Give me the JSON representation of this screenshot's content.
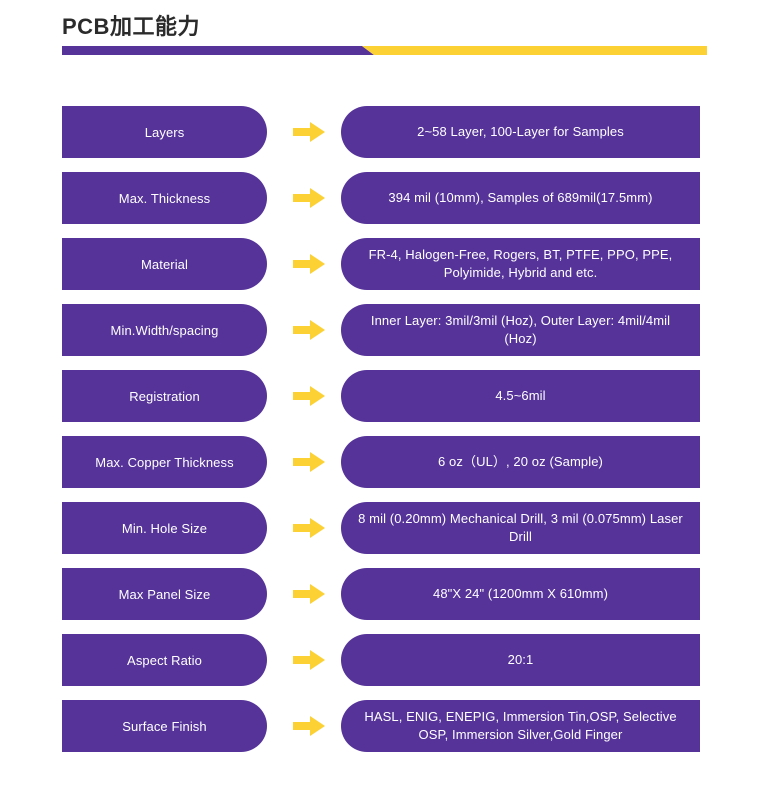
{
  "header": {
    "title": "PCB加工能力",
    "divider": {
      "purple_color": "#553398",
      "yellow_color": "#FBD133"
    }
  },
  "theme": {
    "purple": "#553398",
    "yellow": "#FBD133",
    "text_on_purple": "#FFFFFF",
    "title_color": "#2B2B2B",
    "background": "#FFFFFF"
  },
  "arrow": {
    "icon": "arrow-right-icon",
    "color": "#FBD133"
  },
  "rows": [
    {
      "label": "Layers",
      "value": "2~58 Layer, 100-Layer for Samples"
    },
    {
      "label": "Max. Thickness",
      "value": "394 mil (10mm), Samples of 689mil(17.5mm)"
    },
    {
      "label": "Material",
      "value": "FR-4, Halogen-Free, Rogers, BT, PTFE, PPO, PPE, Polyimide, Hybrid and etc."
    },
    {
      "label": "Min.Width/spacing",
      "value": "Inner Layer: 3mil/3mil (Hoz), Outer Layer: 4mil/4mil (Hoz)"
    },
    {
      "label": "Registration",
      "value": "4.5~6mil"
    },
    {
      "label": "Max. Copper Thickness",
      "value": "6 oz（UL）, 20 oz (Sample)"
    },
    {
      "label": "Min. Hole Size",
      "value": "8 mil (0.20mm) Mechanical Drill, 3 mil (0.075mm) Laser Drill"
    },
    {
      "label": "Max Panel Size",
      "value": "48\"X 24\" (1200mm X 610mm)"
    },
    {
      "label": "Aspect Ratio",
      "value": "20:1"
    },
    {
      "label": "Surface Finish",
      "value": "HASL, ENIG, ENEPIG, Immersion Tin,OSP, Selective OSP, Immersion Silver,Gold Finger"
    }
  ]
}
